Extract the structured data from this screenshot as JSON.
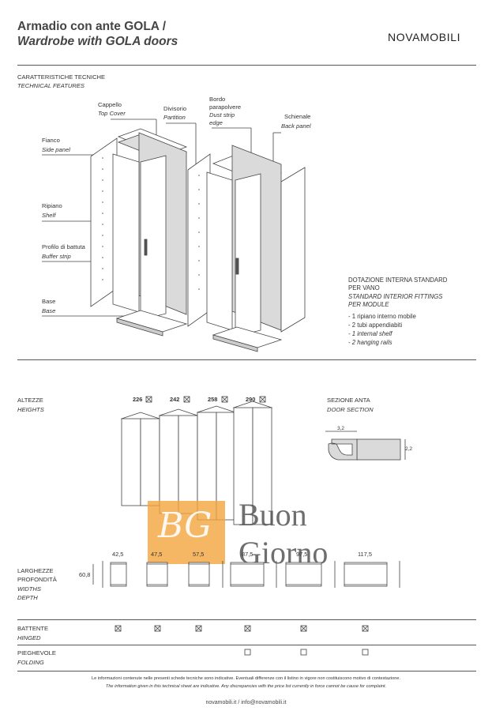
{
  "header": {
    "title_it": "Armadio con ante GOLA /",
    "title_en": "Wardrobe with GOLA doors",
    "brand": "NOVAMOBILI"
  },
  "technical": {
    "heading_it": "CARATTERISTICHE TECNICHE",
    "heading_en": "TECHNICAL FEATURES",
    "labels": {
      "top_cover_it": "Cappello",
      "top_cover_en": "Top Cover",
      "partition_it": "Divisorio",
      "partition_en": "Partition",
      "dust_it_1": "Bordo",
      "dust_it_2": "parapolvere",
      "dust_en_1": "Dust strip",
      "dust_en_2": "edge",
      "back_it": "Schienale",
      "back_en": "Back panel",
      "side_it": "Fianco",
      "side_en": "Side panel",
      "shelf_it": "Ripiano",
      "shelf_en": "Shelf",
      "buffer_it": "Profilo di battuta",
      "buffer_en": "Buffer strip",
      "base_it": "Base",
      "base_en": "Base"
    },
    "fittings": {
      "heading_it_1": "DOTAZIONE INTERNA STANDARD",
      "heading_it_2": "PER VANO",
      "heading_en_1": "STANDARD INTERIOR FITTINGS",
      "heading_en_2": "PER MODULE",
      "items": [
        "- 1 ripiano interno mobile",
        "- 2 tubi appendiabiti",
        "- 1 internal shelf",
        "- 2 hanging rails"
      ]
    }
  },
  "heights": {
    "heading_it": "ALTEZZE",
    "heading_en": "HEIGHTS",
    "values": [
      "226",
      "242",
      "258",
      "290"
    ],
    "section_it": "SEZIONE ANTA",
    "section_en": "DOOR SECTION",
    "dim_w": "3,2",
    "dim_h": "2,2"
  },
  "widths": {
    "heading_it_1": "LARGHEZZE",
    "heading_it_2": "PROFONDITÀ",
    "heading_en_1": "WIDTHS",
    "heading_en_2": "DEPTH",
    "depth": "60,8",
    "values": [
      "42,5",
      "47,5",
      "57,5",
      "87,5",
      "97,5",
      "117,5"
    ]
  },
  "options": {
    "hinged_it": "BATTENTE",
    "hinged_en": "HINGED",
    "folding_it": "PIEGHEVOLE",
    "folding_en": "FOLDING"
  },
  "watermark": {
    "monogram": "BG",
    "word1": "Buon",
    "word2": "Giorno"
  },
  "footer": {
    "line_it": "Le informazioni contenute nelle presenti schede tecniche sono indicative. Eventuali differenze con il listino in vigore non costituiscono motivo di contestazione.",
    "line_en": "The information given in this technical sheet are indicative. Any discrepancies with the price list currently in force cannot be cause for complaint.",
    "contact": "novamobili.it / info@novamobili.it"
  },
  "colors": {
    "watermark": "#f2a53c",
    "panel_gray": "#d9d9d9",
    "line": "#444444"
  }
}
